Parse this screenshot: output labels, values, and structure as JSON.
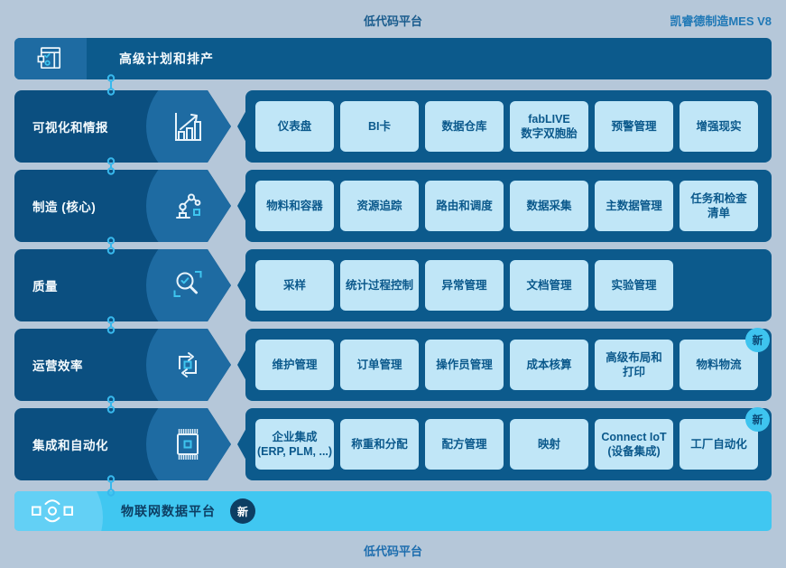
{
  "header": {
    "center_label": "低代码平台",
    "right_label": "凯睿德制造MES V8"
  },
  "top_banner": {
    "title": "高级计划和排产",
    "icon": "planning-board-icon"
  },
  "lanes": [
    {
      "title": "可视化和情报",
      "icon": "bar-chart-icon",
      "modules": [
        {
          "label": "仪表盘"
        },
        {
          "label": "BI卡"
        },
        {
          "label": "数据仓库"
        },
        {
          "label": "fabLIVE\n数字双胞胎"
        },
        {
          "label": "预警管理"
        },
        {
          "label": "增强现实"
        }
      ]
    },
    {
      "title": "制造 (核心)",
      "icon": "robot-arm-icon",
      "modules": [
        {
          "label": "物料和容器"
        },
        {
          "label": "资源追踪"
        },
        {
          "label": "路由和调度"
        },
        {
          "label": "数据采集"
        },
        {
          "label": "主数据管理"
        },
        {
          "label": "任务和检查\n清单"
        }
      ]
    },
    {
      "title": "质量",
      "icon": "magnifier-check-icon",
      "modules": [
        {
          "label": "采样"
        },
        {
          "label": "统计过程控制"
        },
        {
          "label": "异常管理"
        },
        {
          "label": "文档管理"
        },
        {
          "label": "实验管理"
        }
      ]
    },
    {
      "title": "运营效率",
      "icon": "cycle-arrows-icon",
      "modules": [
        {
          "label": "维护管理"
        },
        {
          "label": "订单管理"
        },
        {
          "label": "操作员管理"
        },
        {
          "label": "成本核算"
        },
        {
          "label": "高级布局和\n打印"
        },
        {
          "label": "物料物流",
          "badge": "新"
        }
      ]
    },
    {
      "title": "集成和自动化",
      "icon": "chip-icon",
      "modules": [
        {
          "label": "企业集成\n(ERP, PLM, ...)"
        },
        {
          "label": "称重和分配"
        },
        {
          "label": "配方管理"
        },
        {
          "label": "映射"
        },
        {
          "label": "Connect IoT\n(设备集成)"
        },
        {
          "label": "工厂自动化",
          "badge": "新"
        }
      ]
    }
  ],
  "bottom_banner": {
    "title": "物联网数据平台",
    "badge": "新",
    "icon": "iot-signal-icon"
  },
  "footer": {
    "center_label": "低代码平台"
  },
  "colors": {
    "background": "#b5c7d9",
    "deep_blue": "#0b4f80",
    "mid_blue": "#0c5a8c",
    "overlay_blue": "#1e6ba2",
    "module_bg": "#c0e6f7",
    "module_text": "#0b598c",
    "accent_cyan": "#3ec4ef",
    "banner_cyan": "#40c7f1",
    "badge_navy": "#0d3e63",
    "connector_cyan": "#38b8ec"
  }
}
